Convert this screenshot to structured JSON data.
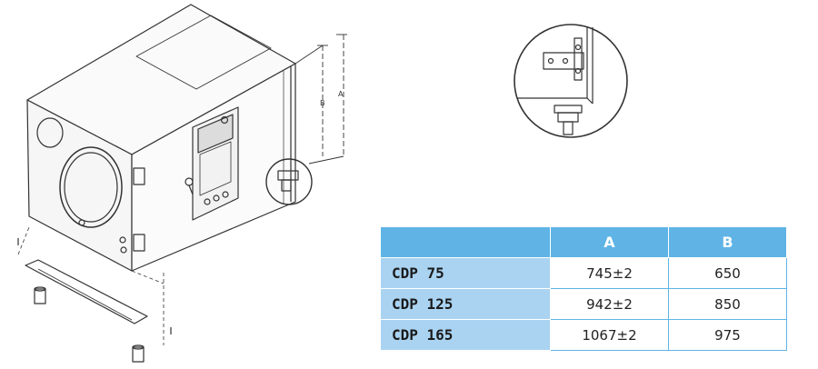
{
  "drawing": {
    "dimension_labels": {
      "a": "A",
      "b": "B"
    }
  },
  "table": {
    "headers": [
      "",
      "A",
      "B"
    ],
    "rows": [
      {
        "model": "CDP 75",
        "a": "745±2",
        "b": "650"
      },
      {
        "model": "CDP 125",
        "a": "942±2",
        "b": "850"
      },
      {
        "model": "CDP 165",
        "a": "1067±2",
        "b": "975"
      }
    ]
  }
}
